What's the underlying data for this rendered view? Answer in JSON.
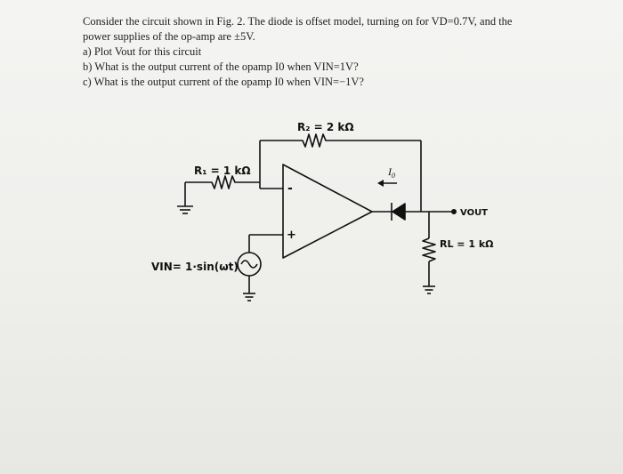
{
  "problem": {
    "line1": "Consider the circuit shown in Fig. 2. The diode is offset model, turning on for VD=0.7V, and the",
    "line2": "power supplies of the op-amp are ±5V.",
    "line3": "a) Plot Vout for this circuit",
    "line4": "b) What is the output current of the opamp I0 when VIN=1V?",
    "line5": "c) What is the output current of the opamp I0 when VIN=−1V?"
  },
  "circuit": {
    "r2_label": "R₂ = 2 kΩ",
    "r1_label": "R₁ = 1 kΩ",
    "minus_sign": "-",
    "plus_sign": "+",
    "io_label": "I",
    "io_sub": "0",
    "vout_label": "VOUT",
    "rl_label": "RL = 1 kΩ",
    "vin_label": "VIN= 1·sin(ωt)"
  },
  "colors": {
    "ink": "#111111",
    "paper": "#f1f1ef"
  }
}
